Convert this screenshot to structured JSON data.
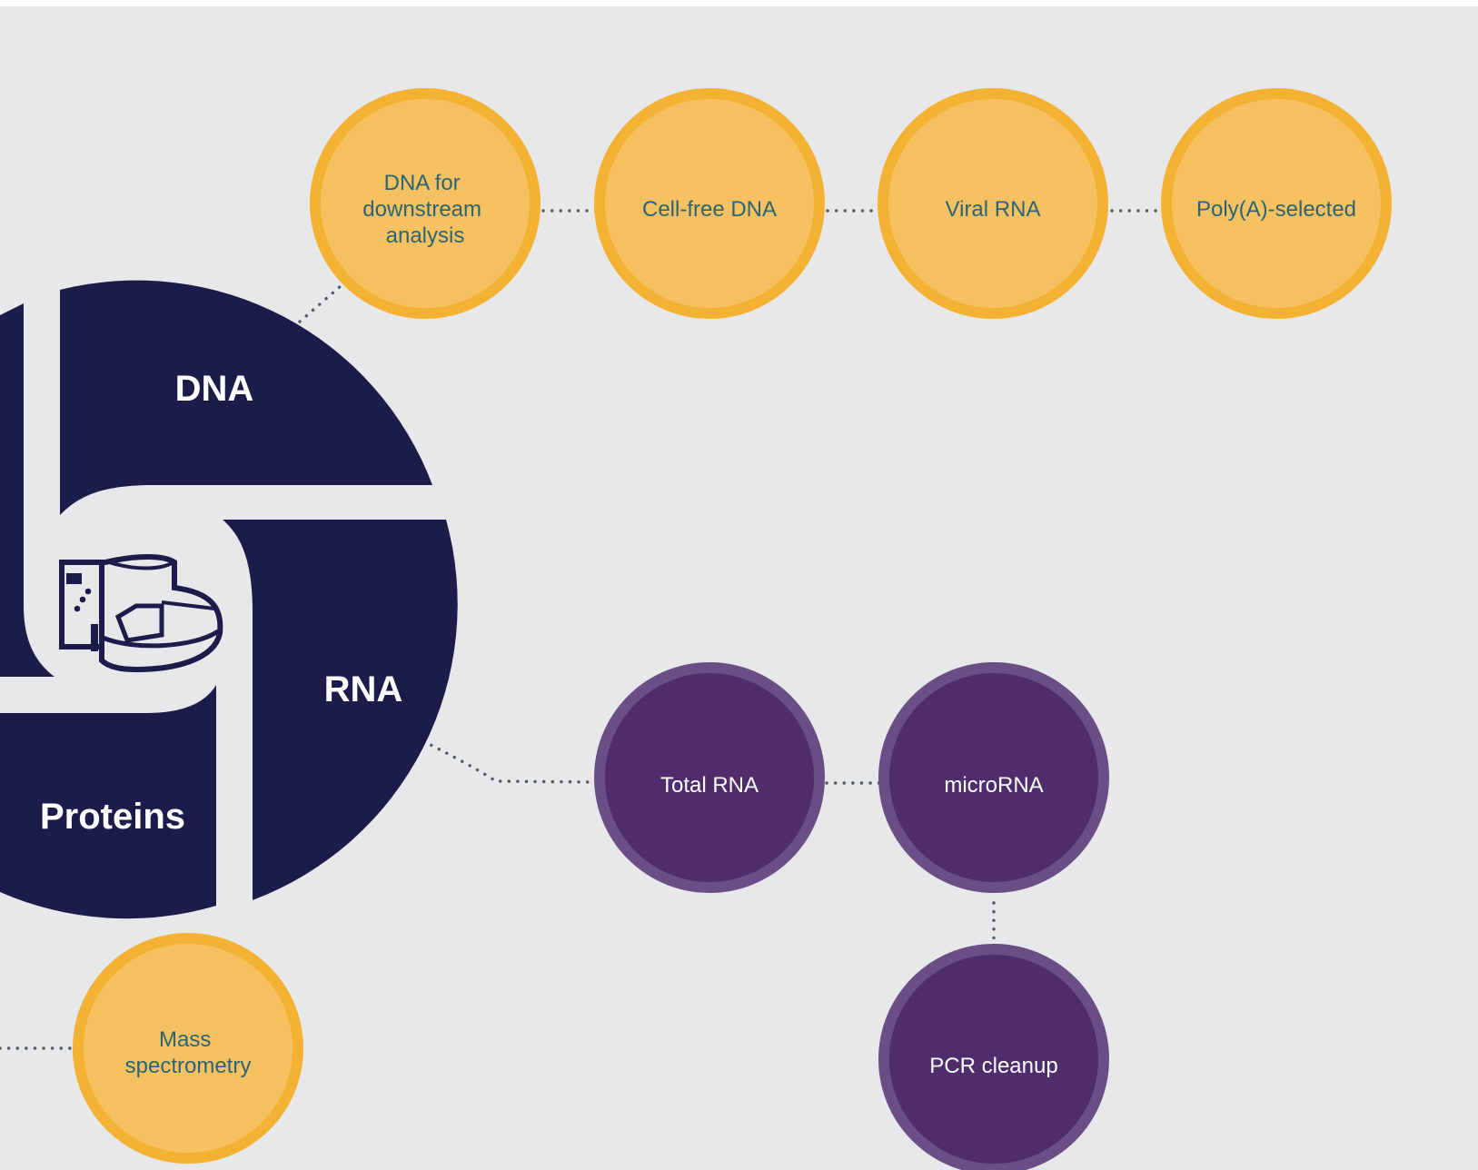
{
  "colors": {
    "background": "#e7e8e9",
    "hub": "#1c1c4b",
    "yellow_fill": "#f6c261",
    "yellow_ring": "#f4b235",
    "yellow_text": "#2b6373",
    "purple_fill": "#4f2d6d",
    "purple_ring": "#6a4e85",
    "purple_text": "#ffffff",
    "connector": "#555a5e"
  },
  "hub": {
    "icon": "instrument-icon",
    "segments": [
      {
        "id": "dna",
        "label": "DNA"
      },
      {
        "id": "rna",
        "label": "RNA"
      },
      {
        "id": "proteins",
        "label": "Proteins"
      }
    ]
  },
  "nodes": {
    "dna_downstream": {
      "lines": [
        "DNA for",
        "downstream",
        "analysis"
      ],
      "style": "yellow"
    },
    "cell_free_dna": {
      "lines": [
        "Cell-free DNA"
      ],
      "style": "yellow"
    },
    "viral_rna": {
      "lines": [
        "Viral RNA"
      ],
      "style": "yellow"
    },
    "poly_a": {
      "lines": [
        "Poly(A)-selected"
      ],
      "style": "yellow"
    },
    "total_rna": {
      "lines": [
        "Total RNA"
      ],
      "style": "purple"
    },
    "microrna": {
      "lines": [
        "microRNA"
      ],
      "style": "purple"
    },
    "pcr_cleanup": {
      "lines": [
        "PCR cleanup"
      ],
      "style": "purple"
    },
    "mass_spec": {
      "lines": [
        "Mass",
        "spectrometry"
      ],
      "style": "yellow"
    }
  },
  "connections": [
    [
      "dna",
      "dna_downstream"
    ],
    [
      "dna_downstream",
      "cell_free_dna"
    ],
    [
      "cell_free_dna",
      "viral_rna"
    ],
    [
      "viral_rna",
      "poly_a"
    ],
    [
      "rna",
      "total_rna"
    ],
    [
      "total_rna",
      "microrna"
    ],
    [
      "microrna",
      "pcr_cleanup"
    ],
    [
      "proteins",
      "mass_spec"
    ]
  ]
}
